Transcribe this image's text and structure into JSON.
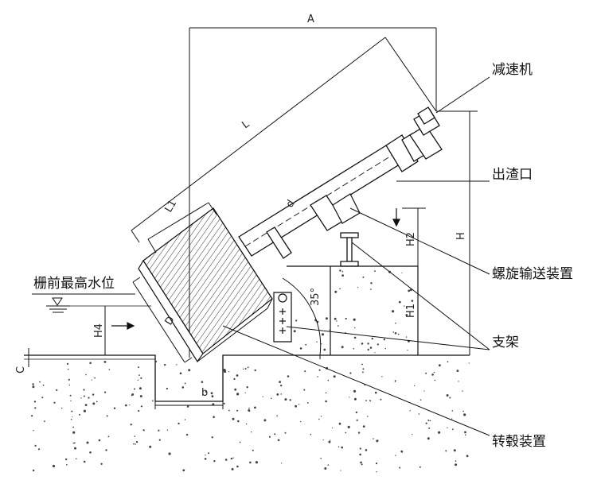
{
  "labels": {
    "reducer": "减速机",
    "outlet": "出渣口",
    "screw": "螺旋输送装置",
    "support": "支架",
    "drum": "转毂装置",
    "water_level": "栅前最高水位"
  },
  "dimensions": {
    "A": "A",
    "L": "L",
    "L1": "L1",
    "D": "D",
    "d": "d",
    "H": "H",
    "H1": "H1",
    "H2": "H2",
    "H4": "H4",
    "b": "b",
    "C": "C",
    "angle": "35°"
  }
}
